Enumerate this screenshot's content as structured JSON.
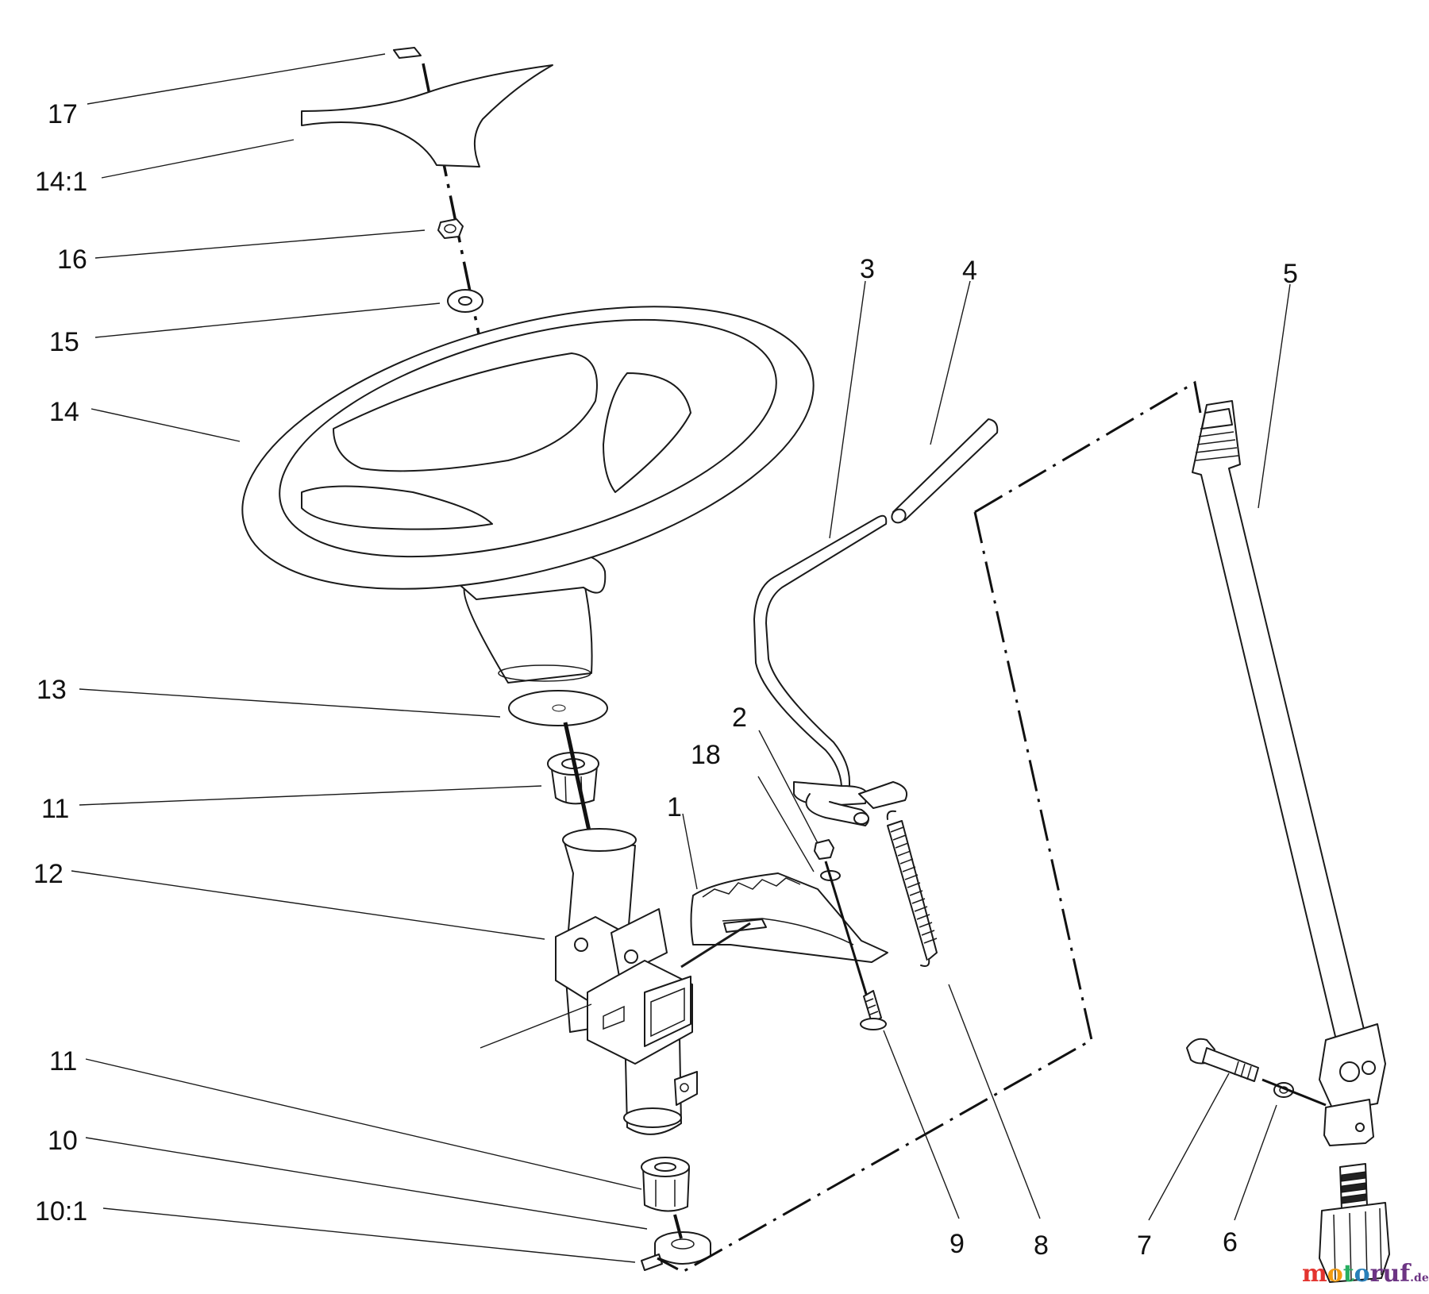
{
  "labels": {
    "p17": "17",
    "p14_1": "14:1",
    "p16": "16",
    "p15": "15",
    "p14": "14",
    "p13": "13",
    "p11a": "11",
    "p12": "12",
    "p11b": "11",
    "p10": "10",
    "p10_1": "10:1",
    "p1": "1",
    "p18": "18",
    "p2": "2",
    "p3": "3",
    "p4": "4",
    "p5": "5",
    "p9": "9",
    "p8": "8",
    "p7": "7",
    "p6": "6"
  },
  "watermark": {
    "text": "motoruf",
    "suffix": ".de"
  },
  "colors": {
    "line": "#1a1a1a",
    "background": "#ffffff",
    "watermark_m": "#e3342f",
    "watermark_o1": "#f39c12",
    "watermark_t": "#27ae60",
    "watermark_o2": "#2980b9",
    "watermark_ruf": "#6c3483"
  }
}
